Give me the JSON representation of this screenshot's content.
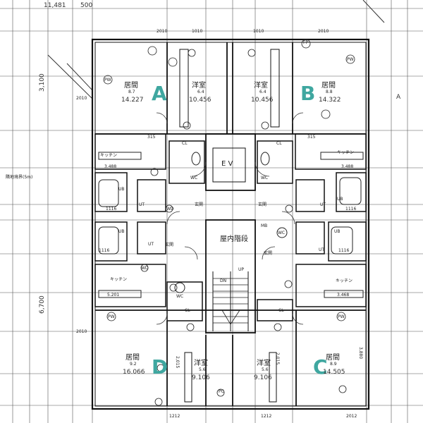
{
  "dimensions": {
    "top_left": "11,481",
    "top_mid": "500",
    "left_upper": "3,100",
    "left_lower": "6,700",
    "left_note": "隣地境界(5m)",
    "top_door_1": "1010",
    "top_door_2": "1010",
    "top_door_3": "2010",
    "top_door_4": "2010",
    "bottom_1": "1212",
    "bottom_2": "1212",
    "bottom_3": "2012",
    "side_1": "2010",
    "side_2": "2010",
    "right_mark": "A"
  },
  "units": {
    "a": "A",
    "b": "B",
    "c": "C",
    "d": "D"
  },
  "rooms": {
    "a_living": {
      "name": "居間",
      "jo": "8.7",
      "area": "14.227"
    },
    "a_western": {
      "name": "洋室",
      "jo": "6.4",
      "area": "10.456"
    },
    "b_western": {
      "name": "洋室",
      "jo": "6.4",
      "area": "10.456"
    },
    "b_living": {
      "name": "居間",
      "jo": "8.8",
      "area": "14.322"
    },
    "d_living": {
      "name": "居間",
      "jo": "9.2",
      "area": "16.066"
    },
    "d_western": {
      "name": "洋室",
      "jo": "5.6",
      "area": "9.106"
    },
    "c_western": {
      "name": "洋室",
      "jo": "5.6",
      "area": "9.106"
    },
    "c_living": {
      "name": "居間",
      "jo": "8.9",
      "area": "14.505"
    },
    "a_kitchen": {
      "name": "キッチン",
      "area": "3.488"
    },
    "b_kitchen": {
      "name": "キッチン",
      "area": "3.488"
    },
    "d_kitchen": {
      "name": "キッチン",
      "area": "5.201"
    },
    "c_kitchen": {
      "name": "キッチン",
      "area": "3.468"
    }
  },
  "labels": {
    "ev": "E V",
    "stair": "屋内階段",
    "entrance": "玄関",
    "wc": "WC",
    "cl": "CL",
    "ub": "UB",
    "ut": "UT",
    "mb": "MB",
    "up": "UP",
    "dn": "DN",
    "pw": "PW",
    "wd": "WD",
    "pc": "PC",
    "size_1116": "1116",
    "size_315": "315",
    "size_2015": "2,015",
    "size_3880": "3,880",
    "fp": "FP"
  }
}
